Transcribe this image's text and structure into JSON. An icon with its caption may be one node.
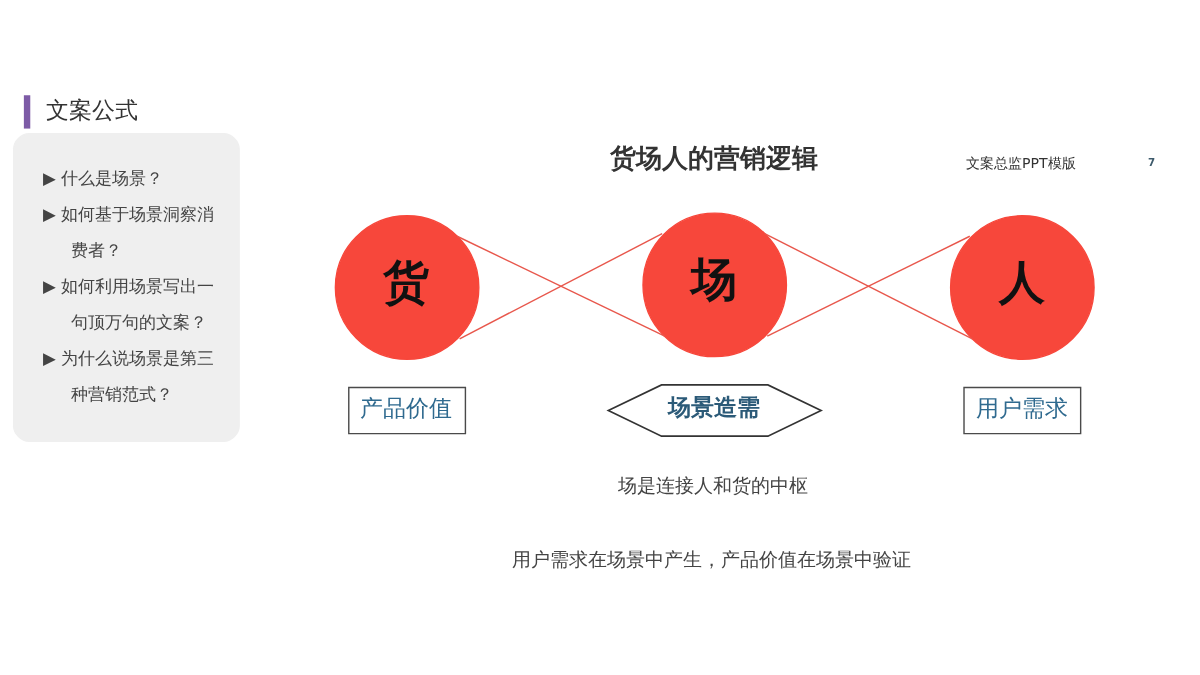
{
  "diagram": {
    "title": "文案公式",
    "nodes": [
      {
        "text": [
          "▶ 什么是场景？",
          "▶ 如何基于场景洞察消费者？",
          "▶ 如何利用场景写出一句顶万句的文案？",
          "▶ 为什么说场景是第三种营销范式？"
        ]
      },
      {
        "text": [
          "货"
        ]
      },
      {
        "text": [
          "场"
        ]
      },
      {
        "text": [
          "人"
        ]
      },
      {
        "text": [
          "产品价值"
        ]
      },
      {
        "text": [
          "场景造需"
        ]
      },
      {
        "text": [
          "用户需求"
        ]
      }
    ],
    "edges": [
      {
        "from": 1,
        "to": 2,
        "arrow": "none"
      },
      {
        "from": 1,
        "to": 2,
        "arrow": "none"
      },
      {
        "from": 2,
        "to": 3,
        "arrow": "none"
      },
      {
        "from": 2,
        "to": 3,
        "arrow": "none"
      }
    ],
    "labels": [
      "文案总监PPT模版",
      "7",
      "货场人的营销逻辑",
      "场是连接人和货的中枢",
      "用户需求在场景中产生，产品价值在场景中验证"
    ]
  }
}
